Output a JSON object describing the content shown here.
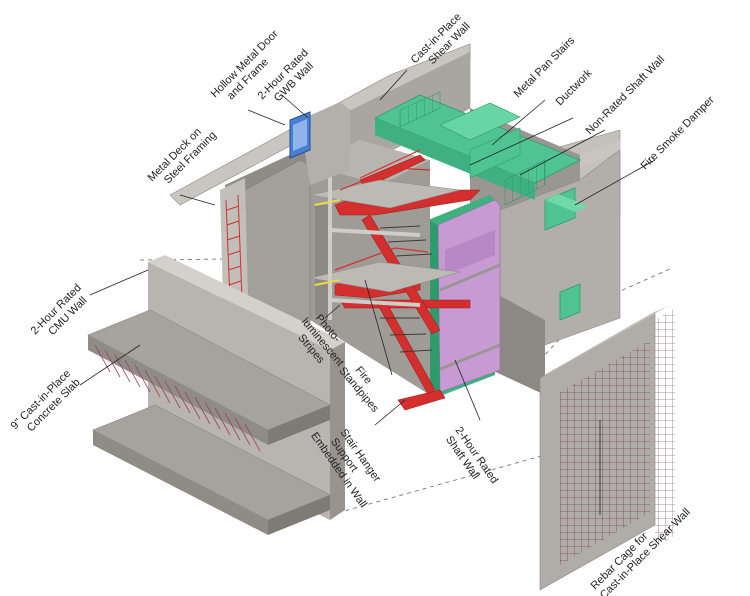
{
  "colors": {
    "concrete": "#a9a6a1",
    "concrete_dark": "#8c8883",
    "concrete_light": "#c9c6c1",
    "stair_red": "#d32f2f",
    "duct_green": "#4fc492",
    "shaft_wall": "#c79ad3",
    "rebar": "#7a3a55",
    "door_blue": "#4a7fd1"
  },
  "labels": {
    "shear_wall": [
      "Cast-in-Place",
      "Shear Wall"
    ],
    "hollow_door": [
      "Hollow Metal Door",
      "and Frame"
    ],
    "gwb_wall": [
      "2-Hour Rated",
      "GWB Wall"
    ],
    "metal_pan_stairs": [
      "Metal Pan Stairs"
    ],
    "ductwork": [
      "Ductwork"
    ],
    "non_rated_shaft": [
      "Non-Rated Shaft Wall"
    ],
    "fire_smoke_damper": [
      "Fire Smoke Damper"
    ],
    "metal_deck": [
      "Metal Deck on",
      "Steel Framing"
    ],
    "cmu_wall": [
      "2-Hour Rated",
      "CMU Wall"
    ],
    "concrete_slab": [
      "9\" Cast-in-Place",
      "Concrete Slab"
    ],
    "photo_stripes": [
      "Photo-",
      "luminescent",
      "Stripes"
    ],
    "standpipes": [
      "Fire",
      "Standpipes"
    ],
    "stair_hanger": [
      "Stair Hanger",
      "Support",
      "Embedded in Wall"
    ],
    "shaft_wall": [
      "2-Hour Rated",
      "Shaft Wall"
    ],
    "rebar_cage": [
      "Rebar Cage for",
      "Cast-in-Place Shear Wall"
    ]
  }
}
